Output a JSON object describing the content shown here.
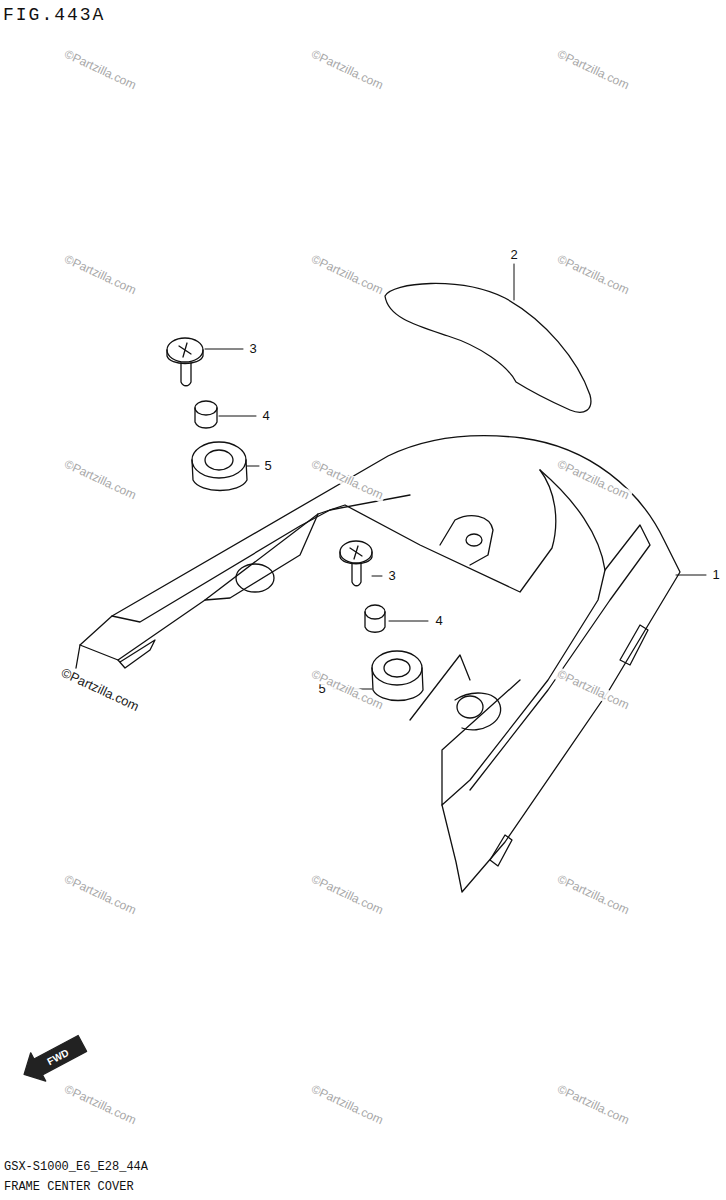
{
  "diagram": {
    "title": "FIG.443A",
    "caption": "FRAME CENTER COVER",
    "labels": [
      "2",
      "3",
      "4",
      "5",
      "1",
      "3",
      "4",
      "5",
      "FWD",
      "GSX-S1000_E6_E28_44A",
      "©Partzilla.com",
      "©Partzilla.com",
      "©Partzilla.com",
      "©Partzilla.com",
      "©Partzilla.com",
      "©Partzilla.com",
      "©Partzilla.com",
      "©Partzilla.com",
      "©Partzilla.com",
      "©Partzilla.com",
      "©Partzilla.com",
      "©Partzilla.com",
      "©Partzilla.com",
      "©Partzilla.com",
      "©Partzilla.com",
      "©Partzilla.com",
      "©Partzilla.com",
      "©Partzilla.com"
    ]
  }
}
